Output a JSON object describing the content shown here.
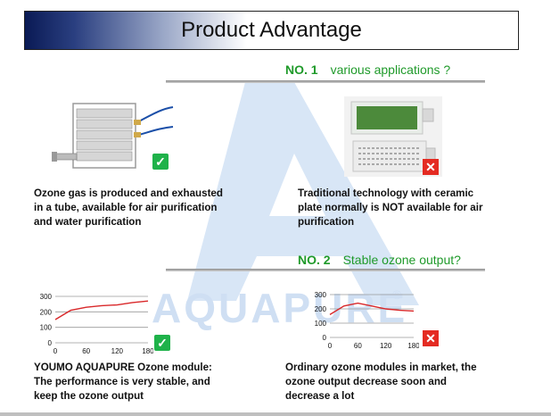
{
  "header": {
    "title": "Product Advantage"
  },
  "watermark": {
    "text": "AQUAPURE",
    "reg": "®"
  },
  "section1": {
    "number": "NO. 1",
    "label": "various applications ?"
  },
  "section2": {
    "number": "NO. 2",
    "label": "Stable ozone output?"
  },
  "captions": {
    "tube_line1": "Ozone gas is produced and exhausted",
    "tube_line2": "in a tube, available for air purification",
    "tube_line3": "and water purification",
    "plate_line1": "Traditional technology with ceramic",
    "plate_line2": "plate normally is NOT available for air",
    "plate_line3": "purification",
    "youmo_line1": "YOUMO AQUAPURE Ozone module:",
    "youmo_line2": "The performance is very stable, and",
    "youmo_line3": "keep the ozone output",
    "ordinary_line1": "Ordinary ozone modules in market, the",
    "ordinary_line2": "ozone output decrease soon and",
    "ordinary_line3": "decrease  a lot"
  },
  "icons": {
    "check": "checkmark-icon",
    "cross": "cross-icon"
  },
  "colors": {
    "heading_green": "#1f9a2a",
    "check_green": "#1fb24a",
    "cross_red": "#e42b22",
    "curve_red": "#d9282a"
  },
  "chart_data": [
    {
      "type": "line",
      "x": [
        0,
        30,
        60,
        90,
        120,
        150,
        180
      ],
      "series": [
        {
          "values": [
            150,
            210,
            230,
            240,
            245,
            260,
            270
          ]
        }
      ],
      "xticks": [
        "0",
        "60",
        "120",
        "180"
      ],
      "yticks": [
        "0",
        "100",
        "200",
        "300"
      ],
      "xlim": [
        0,
        180
      ],
      "ylim": [
        0,
        300
      ],
      "grid": true
    },
    {
      "type": "line",
      "x": [
        0,
        30,
        60,
        90,
        120,
        150,
        180
      ],
      "series": [
        {
          "values": [
            160,
            220,
            240,
            220,
            200,
            190,
            185
          ]
        }
      ],
      "xticks": [
        "0",
        "60",
        "120",
        "180"
      ],
      "yticks": [
        "0",
        "100",
        "200",
        "300"
      ],
      "xlim": [
        0,
        180
      ],
      "ylim": [
        0,
        300
      ],
      "grid": true
    }
  ]
}
